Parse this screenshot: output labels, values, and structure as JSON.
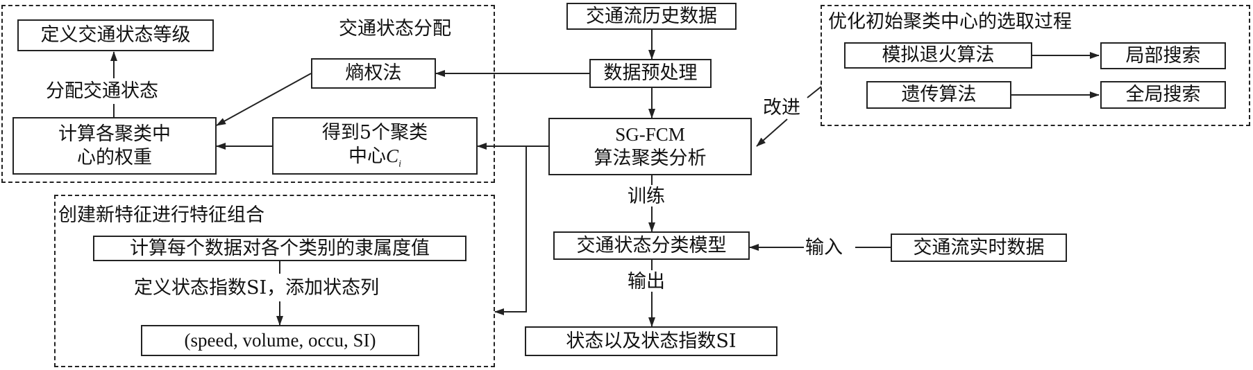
{
  "left_top_region": {
    "title": "交通状态分配",
    "define_level": "定义交通状态等级",
    "entropy": "熵权法",
    "assign_label": "分配交通状态",
    "weight_line1": "计算各聚类中",
    "weight_line2": "心的权重",
    "centers_line1": "得到5个聚类",
    "centers_line2_prefix": "中心",
    "centers_symbol": "C",
    "centers_subscript": "i"
  },
  "left_bottom_region": {
    "title": "创建新特征进行特征组合",
    "membership": "计算每个数据对各个类别的隶属度值",
    "define_si": "定义状态指数SI，添加状态列",
    "tuple": "(speed, volume, occu, SI)"
  },
  "center_flow": {
    "history": "交通流历史数据",
    "preprocess": "数据预处理",
    "sgfcm_line1": "SG-FCM",
    "sgfcm_line2": "算法聚类分析",
    "train": "训练",
    "model": "交通状态分类模型",
    "output_label": "输出",
    "result": "状态以及状态指数SI"
  },
  "right_top_region": {
    "title": "优化初始聚类中心的选取过程",
    "sa": "模拟退火算法",
    "local_search": "局部搜索",
    "ga": "遗传算法",
    "global_search": "全局搜索",
    "improve": "改进"
  },
  "realtime": {
    "input_label": "输入",
    "source": "交通流实时数据"
  }
}
